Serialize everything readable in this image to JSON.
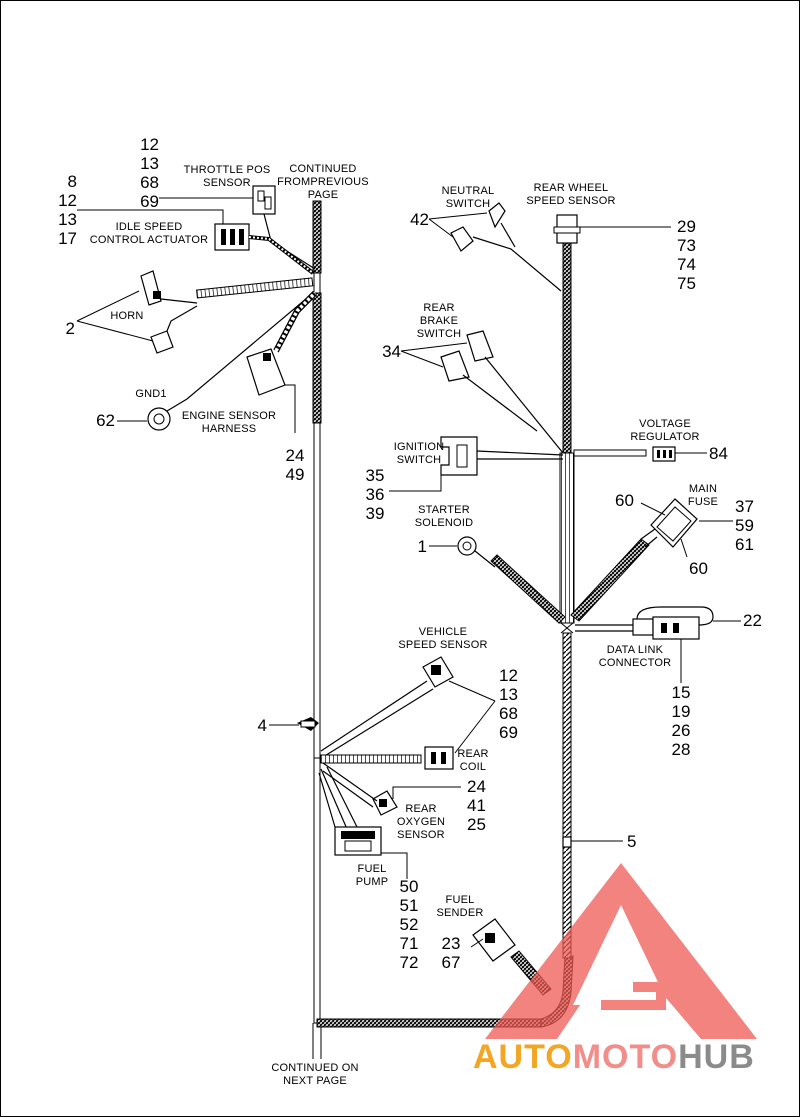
{
  "watermark": {
    "segments": [
      "AUTO",
      "MOTO",
      "HUB"
    ],
    "colors": {
      "auto": "#f2a623",
      "moto": "#f18e8a",
      "hub": "#8b8b8b",
      "logo": "#ee5a55"
    }
  },
  "labels": {
    "continued_from": "CONTINUED\nFROMPREVIOUS\nPAGE",
    "continued_on": "CONTINUED ON\nNEXT PAGE",
    "throttle_pos_sensor": "THROTTLE POS\nSENSOR",
    "idle_speed_control_actuator": "IDLE SPEED\nCONTROL ACTUATOR",
    "horn": "HORN",
    "gnd1": "GND1",
    "engine_sensor_harness": "ENGINE SENSOR\nHARNESS",
    "neutral_switch": "NEUTRAL\nSWITCH",
    "rear_wheel_speed_sensor": "REAR WHEEL\nSPEED SENSOR",
    "rear_brake_switch": "REAR\nBRAKE\nSWITCH",
    "ignition_switch": "IGNITION\nSWITCH",
    "voltage_regulator": "VOLTAGE\nREGULATOR",
    "starter_solenoid": "STARTER\nSOLENOID",
    "main_fuse": "MAIN\nFUSE",
    "data_link_connector": "DATA LINK\nCONNECTOR",
    "vehicle_speed_sensor": "VEHICLE\nSPEED SENSOR",
    "rear_coil": "REAR\nCOIL",
    "rear_oxygen_sensor": "REAR\nOXYGEN\nSENSOR",
    "fuel_pump": "FUEL\nPUMP",
    "fuel_sender": "FUEL\nSENDER"
  },
  "callouts": {
    "throttle_refs": "12\n13\n68\n69",
    "idle_refs": "8\n12\n13\n17",
    "horn_ref": "2",
    "gnd1_ref": "62",
    "engine_sensor_refs": "24\n49",
    "neutral_ref": "42",
    "rear_wheel_refs": "29\n73\n74\n75",
    "rear_brake_ref": "34",
    "ignition_refs": "35\n36\n39",
    "voltage_reg_ref": "84",
    "starter_ref": "1",
    "main_fuse_refs": "37\n59\n61",
    "main_fuse_ref_a": "60",
    "main_fuse_ref_b": "60",
    "data_link_ref": "22",
    "data_link_refs": "15\n19\n26\n28",
    "clip_ref": "4",
    "speed_coil_refs": "12\n13\n68\n69",
    "rear_oxygen_refs": "24\n41\n25",
    "fuel_pump_refs": "50\n51\n52\n71\n72",
    "fuel_sender_refs": "23\n67",
    "main_harness_ref": "5"
  }
}
